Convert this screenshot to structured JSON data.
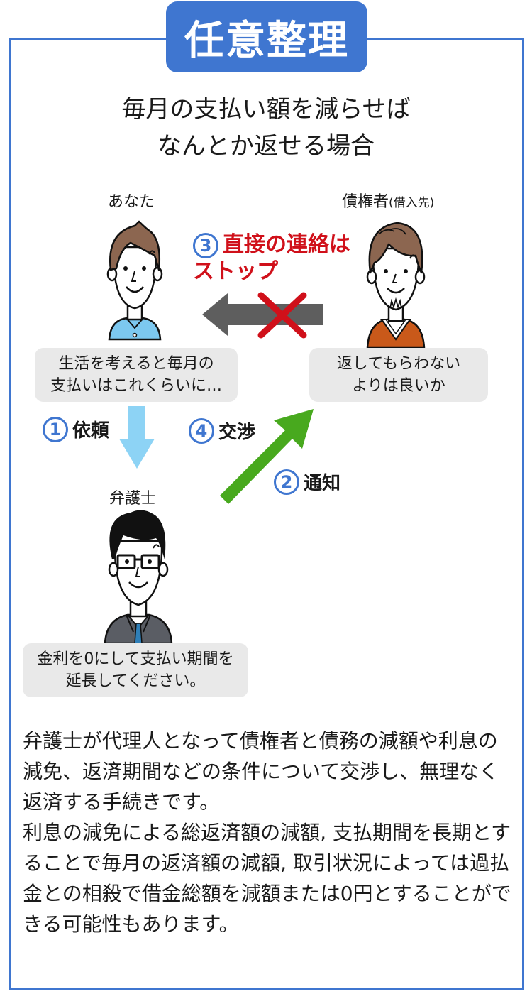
{
  "title": "任意整理",
  "subtitle": {
    "line1": "毎月の支払い額を減らせば",
    "line2": "なんとか返せる場合"
  },
  "colors": {
    "frame_blue": "#3f76d0",
    "stop_red": "#d0101a",
    "request_arrow": "#8dd3f5",
    "notify_arrow": "#48a91e",
    "blocked_arrow": "#5e5e5e",
    "bubble_bg": "#e9e9e9"
  },
  "parties": {
    "you": {
      "label": "あなた",
      "speech": [
        "生活を考えると毎月の",
        "支払いはこれくらいに…"
      ]
    },
    "creditor": {
      "label": "債権者",
      "sublabel": "(借入先)",
      "speech": [
        "返してもらわない",
        "よりは良いか"
      ]
    },
    "lawyer": {
      "label": "弁護士",
      "speech": [
        "金利を0にして支払い期間を",
        "延長してください。"
      ]
    }
  },
  "steps": [
    {
      "number": "1",
      "label": "依頼"
    },
    {
      "number": "2",
      "label": "通知"
    },
    {
      "number": "3",
      "label": [
        "直接の連絡は",
        "ストップ"
      ]
    },
    {
      "number": "4",
      "label": "交渉"
    }
  ],
  "icons": {
    "blocked": "red-x-icon",
    "request": "arrow-down-icon",
    "notify": "arrow-up-right-icon",
    "contact": "arrow-left-icon"
  },
  "description": {
    "paragraph1": "弁護士が代理人となって債権者と債務の減額や利息の減免、返済期間などの条件について交渉し、無理なく返済する手続きです。",
    "paragraph2": "利息の減免による総返済額の減額, 支払期間を長期とすることで毎月の返済額の減額, 取引状況によっては過払金との相殺で借金総額を減額または0円とすることができる可能性もあります。"
  }
}
